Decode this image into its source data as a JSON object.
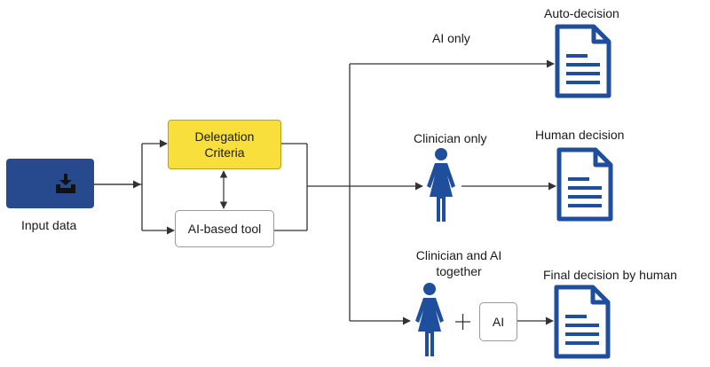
{
  "nodes": {
    "input": {
      "label": "Input data"
    },
    "delegation": {
      "label_line1": "Delegation",
      "label_line2": "Criteria"
    },
    "ai_tool": {
      "label": "AI-based tool"
    },
    "ai_small": {
      "label": "AI"
    }
  },
  "branches": {
    "ai_only": {
      "label": "AI only",
      "outcome": "Auto-decision"
    },
    "clinician_only": {
      "label": "Clinician only",
      "outcome": "Human decision"
    },
    "together": {
      "label_line1": "Clinician and AI",
      "label_line2": "together",
      "outcome": "Final decision by human"
    }
  },
  "colors": {
    "input_fill": "#274a8f",
    "delegation_fill": "#f9df3c",
    "icon_blue": "#1f4f9c",
    "line": "#333333"
  },
  "icons": [
    "inbox-download-icon",
    "document-icon",
    "person-icon",
    "plus-icon"
  ]
}
